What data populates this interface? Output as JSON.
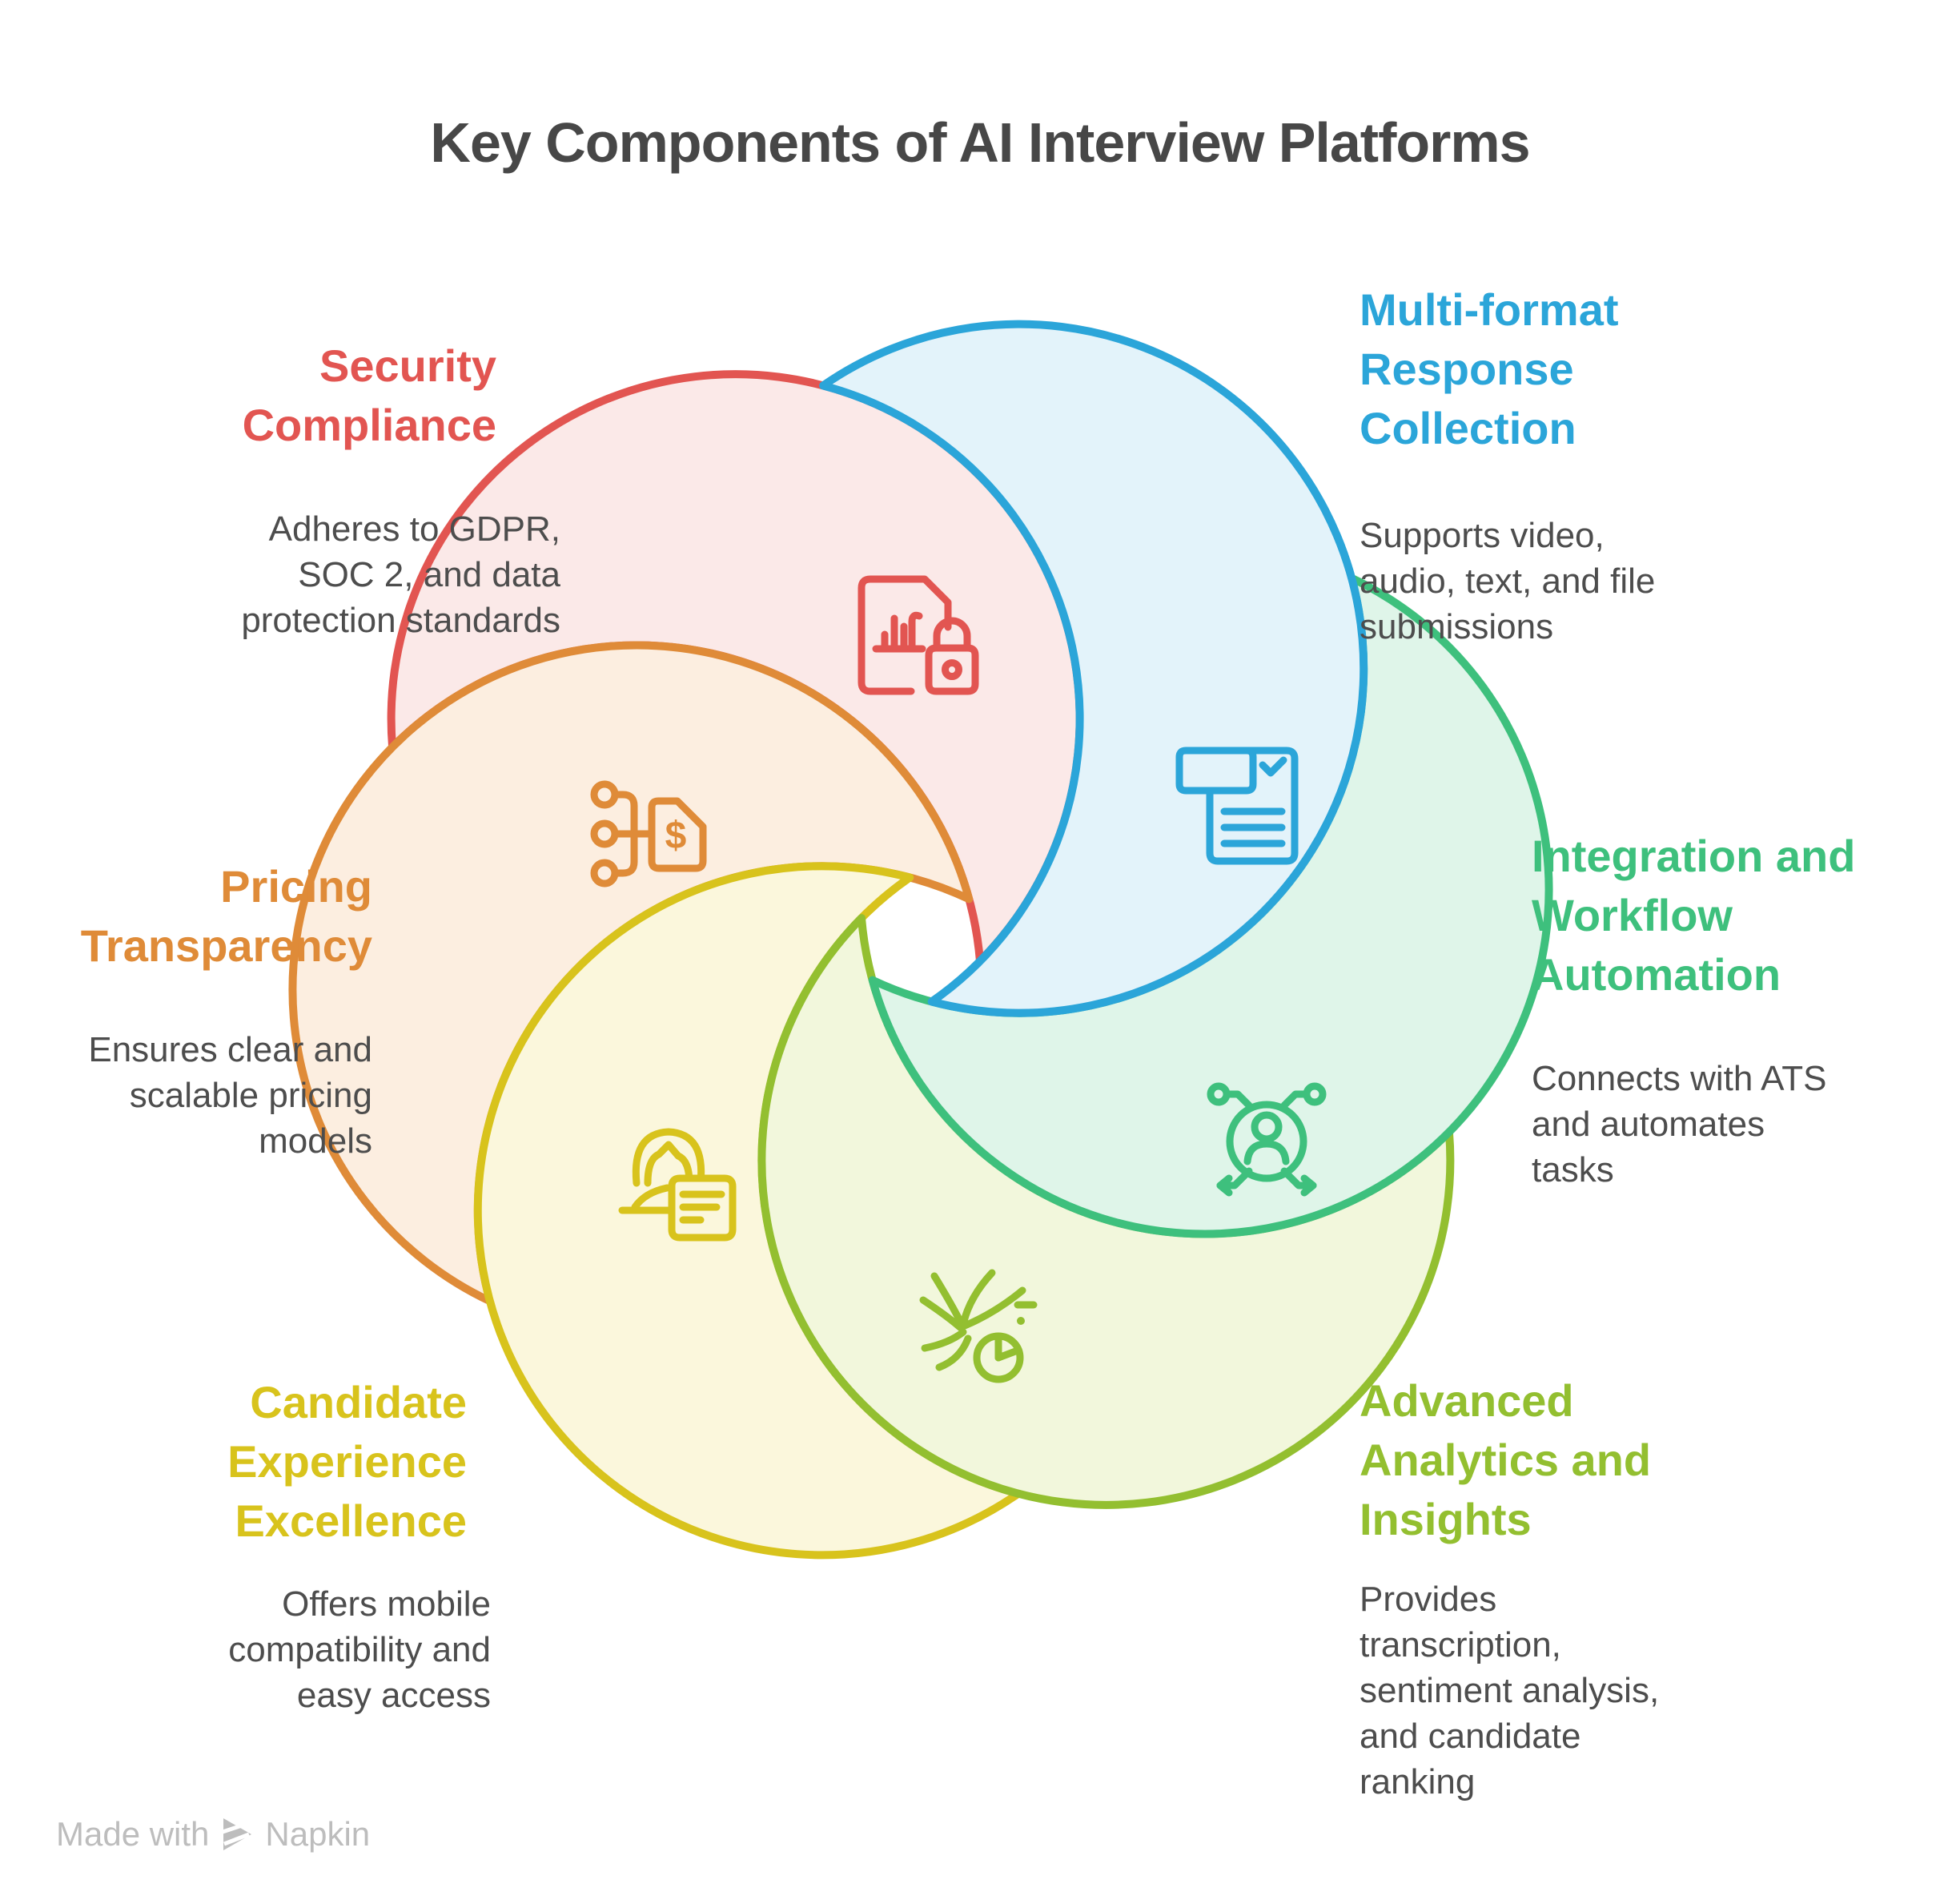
{
  "title": "Key Components of AI Interview Platforms",
  "title_color": "#474747",
  "text_color": "#4D4D4D",
  "background": "#FFFFFF",
  "sections": [
    {
      "id": "security",
      "title": "Security\nCompliance",
      "description": "Adheres to GDPR,\nSOC 2, and data\nprotection standards",
      "color": "#E25551",
      "fill": "#FBE9E8",
      "icon": "document-lock-icon"
    },
    {
      "id": "multiformat",
      "title": "Multi-format\nResponse\nCollection",
      "description": "Supports video,\naudio, text, and file\nsubmissions",
      "color": "#2BA5D9",
      "fill": "#E3F3FA",
      "icon": "form-check-icon"
    },
    {
      "id": "integration",
      "title": "Integration and\nWorkflow\nAutomation",
      "description": "Connects with ATS\nand automates\ntasks",
      "color": "#3EC07D",
      "fill": "#DFF5E9",
      "icon": "person-network-icon"
    },
    {
      "id": "analytics",
      "title": "Advanced\nAnalytics and\nInsights",
      "description": "Provides\ntranscription,\nsentiment analysis,\nand candidate\nranking",
      "color": "#93BF30",
      "fill": "#F2F7DC",
      "icon": "waves-pie-icon"
    },
    {
      "id": "candidate",
      "title": "Candidate\nExperience\nExcellence",
      "description": "Offers mobile\ncompatibility and\neasy access",
      "color": "#D8C31C",
      "fill": "#FBF7DC",
      "icon": "person-document-icon"
    },
    {
      "id": "pricing",
      "title": "Pricing\nTransparency",
      "description": "Ensures clear and\nscalable pricing\nmodels",
      "color": "#DF8B38",
      "fill": "#FCEEE0",
      "icon": "price-structure-icon"
    }
  ],
  "footer": {
    "label": "Made with",
    "brand": "Napkin",
    "color": "#BDBDBD"
  }
}
